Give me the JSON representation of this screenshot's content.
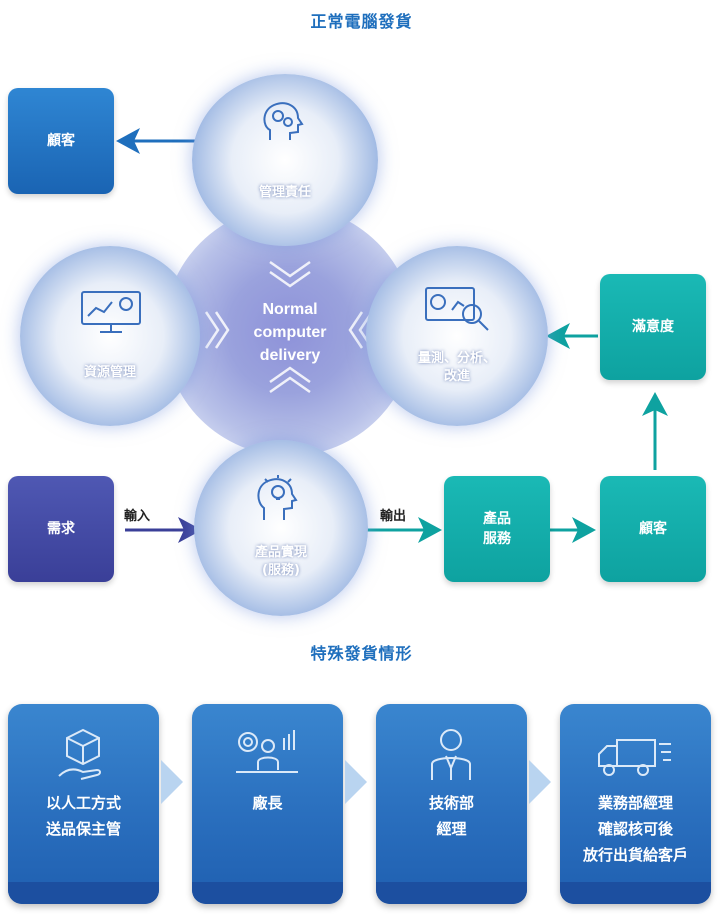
{
  "titles": {
    "normal": "正常電腦發貨",
    "special": "特殊發貨情形"
  },
  "center": {
    "line1": "Normal",
    "line2": "computer",
    "line3": "delivery"
  },
  "circles": {
    "top": "管理責任",
    "left": "資源管理",
    "right_line1": "量測、分析、",
    "right_line2": "改進",
    "bottom_line1": "產品實現",
    "bottom_line2": "(服務)"
  },
  "boxes": {
    "customer_top": "顧客",
    "demand": "需求",
    "satisfaction": "滿意度",
    "product_line1": "產品",
    "product_line2": "服務",
    "customer_bottom": "顧客"
  },
  "arrows": {
    "input": "輸入",
    "output": "輸出"
  },
  "steps": [
    {
      "line1": "以人工方式",
      "line2": "送品保主管",
      "line3": ""
    },
    {
      "line1": "廠長",
      "line2": "",
      "line3": ""
    },
    {
      "line1": "技術部",
      "line2": "經理",
      "line3": ""
    },
    {
      "line1": "業務部經理",
      "line2": "確認核可後",
      "line3": "放行出貨給客戶"
    }
  ],
  "colors": {
    "blue": "#1f6fbd",
    "navy": "#3a3f98",
    "teal": "#0ea2a0"
  }
}
